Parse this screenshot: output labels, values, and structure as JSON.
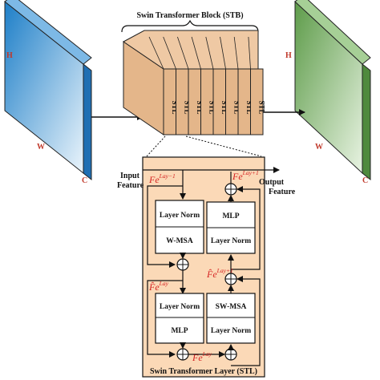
{
  "stb_title": "Swin Transformer Block (STB)",
  "stl_label": "STL",
  "stl_count": 8,
  "left_block": {
    "h": "H",
    "w": "W",
    "c": "C",
    "color_top": "#1e7fc8",
    "color_bottom": "#e6f2fb"
  },
  "right_block": {
    "h": "H",
    "w": "W",
    "c": "C",
    "color_top": "#5e9c4a",
    "color_bottom": "#e2f0dc"
  },
  "stb_color": "#e4b68a",
  "stl_panel_color": "#fbd9b7",
  "input_feature": [
    "Input",
    "Feature"
  ],
  "output_feature": [
    "Output",
    "Feature"
  ],
  "stl_caption": "Swin Transformer Layer (STL)",
  "boxes": {
    "layer_norm_1": "Layer Norm",
    "w_msa": "W-MSA",
    "layer_norm_2": "Layer Norm",
    "mlp_1": "MLP",
    "mlp_2": "MLP",
    "layer_norm_3": "Layer Norm",
    "sw_msa": "SW-MSA",
    "layer_norm_4": "Layer Norm"
  },
  "feature_labels": {
    "fe_lay_minus1": {
      "base": "Fe",
      "sup": "Lay−1"
    },
    "fe_lay_plus1": {
      "base": "Fe",
      "sup": "Lay+1"
    },
    "fe_hat_lay": {
      "base": "F̂e",
      "sup": "Lay"
    },
    "fe_hat_lay_plus1": {
      "base": "F̂e",
      "sup": "Lay+1"
    },
    "fe_lay": {
      "base": "Fe",
      "sup": "Lay"
    }
  }
}
